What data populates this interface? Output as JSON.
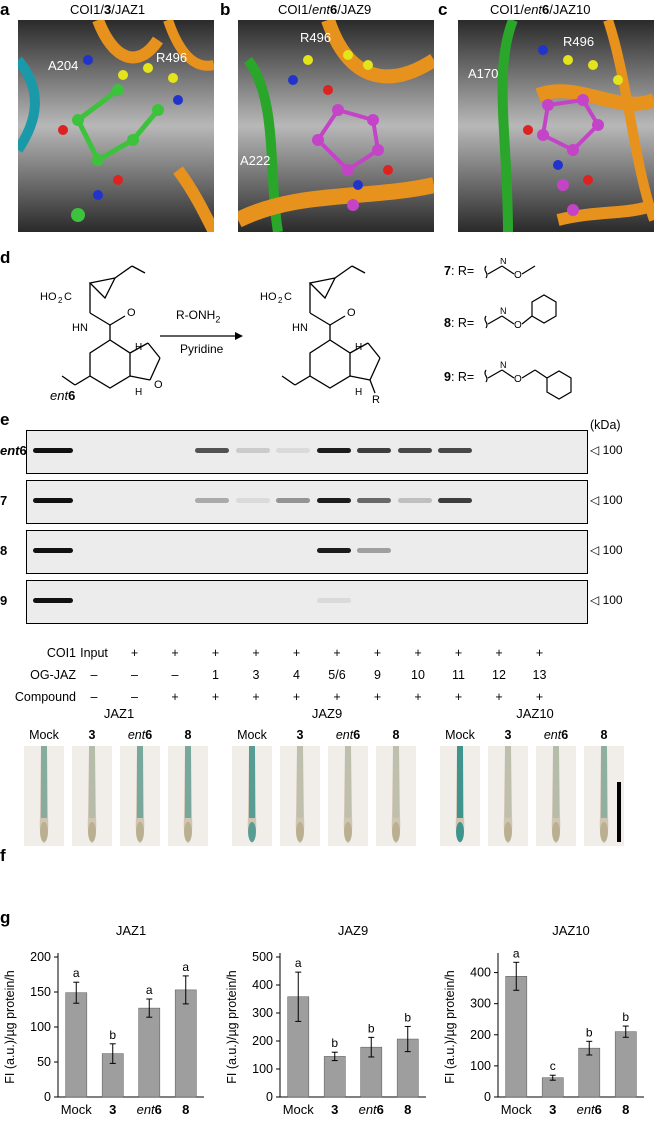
{
  "panels": {
    "a": {
      "label": "a",
      "title_pre": "COI1/",
      "title_bold": "3",
      "title_post": "/JAZ1",
      "res1": "A204",
      "res2": "R496"
    },
    "b": {
      "label": "b",
      "title_pre": "COI1/",
      "title_it": "ent",
      "title_bold": "6",
      "title_post": "/JAZ9",
      "res1": "R496",
      "res2": "A222"
    },
    "c": {
      "label": "c",
      "title_pre": "COI1/",
      "title_it": "ent",
      "title_bold": "6",
      "title_post": "/JAZ10",
      "res1": "A170",
      "res2": "R496"
    }
  },
  "scheme": {
    "label": "d",
    "reagent": "R-ONH",
    "reagent_sub": "2",
    "solvent": "Pyridine",
    "ent_label_it": "ent",
    "ent_label_bold": "6",
    "co2h": "HO",
    "co2h_sub": "2",
    "co2h_c": "C",
    "nh": "HN",
    "o": "O",
    "h": "H",
    "r": "R",
    "subs": [
      {
        "num": "7",
        "text": ": R="
      },
      {
        "num": "8",
        "text": ": R="
      },
      {
        "num": "9",
        "text": ": R="
      }
    ],
    "n": "N",
    "o2": "O"
  },
  "blot": {
    "label": "e",
    "kda": "(kDa)",
    "marker": "100",
    "rows": [
      {
        "name_it": "ent",
        "name_bold": "6",
        "bands": [
          1,
          0,
          0,
          0,
          0.7,
          0.15,
          0.05,
          0.95,
          0.8,
          0.75,
          0.75,
          0
        ]
      },
      {
        "name_bold": "7",
        "bands": [
          1,
          0,
          0,
          0,
          0.3,
          0.05,
          0.4,
          0.95,
          0.6,
          0.2,
          0.8,
          0
        ]
      },
      {
        "name_bold": "8",
        "bands": [
          1,
          0,
          0,
          0,
          0,
          0,
          0,
          0.95,
          0.35,
          0,
          0,
          0
        ]
      },
      {
        "name_bold": "9",
        "bands": [
          1,
          0,
          0,
          0,
          0,
          0,
          0,
          0.05,
          0,
          0,
          0,
          0
        ]
      }
    ],
    "table": {
      "row_labels": [
        "COI1",
        "OG-JAZ",
        "Compound"
      ],
      "coi1": [
        "Input",
        "+",
        "+",
        "+",
        "+",
        "+",
        "+",
        "+",
        "+",
        "+",
        "+",
        "+"
      ],
      "ogjaz": [
        "–",
        "–",
        "–",
        "1",
        "3",
        "4",
        "5/6",
        "9",
        "10",
        "11",
        "12",
        "13"
      ],
      "compound": [
        "–",
        "–",
        "+",
        "+",
        "+",
        "+",
        "+",
        "+",
        "+",
        "+",
        "+",
        "+"
      ]
    }
  },
  "roots": {
    "label": "f",
    "groups": [
      {
        "title": "JAZ1",
        "labels": [
          "Mock",
          "3",
          "ent",
          "8"
        ],
        "stain": [
          0.45,
          0.15,
          0.55,
          0.55
        ]
      },
      {
        "title": "JAZ9",
        "labels": [
          "Mock",
          "3",
          "ent",
          "8"
        ],
        "stain": [
          0.75,
          0.1,
          0.1,
          0.1
        ]
      },
      {
        "title": "JAZ10",
        "labels": [
          "Mock",
          "3",
          "ent",
          "8"
        ],
        "stain": [
          0.9,
          0.1,
          0.15,
          0.4
        ]
      }
    ],
    "ent_suffix": "6"
  },
  "colors": {
    "bar": "#9e9e9e",
    "stain": "#2f8f8a",
    "ribbon": "#e8921e",
    "green": "#3cc23c",
    "magenta": "#c444c8"
  },
  "chart_data": [
    {
      "type": "bar",
      "title": "JAZ1",
      "ylabel": "FI (a.u.)/µg protein/h",
      "categories": [
        "Mock",
        "3",
        "ent6",
        "8"
      ],
      "values": [
        149,
        62,
        127,
        153
      ],
      "errors": [
        15,
        14,
        13,
        20
      ],
      "letters": [
        "a",
        "b",
        "a",
        "a"
      ],
      "ylim": [
        0,
        200
      ],
      "ticks": [
        0,
        50,
        100,
        150,
        200
      ]
    },
    {
      "type": "bar",
      "title": "JAZ9",
      "ylabel": "FI (a.u.)/µg protein/h",
      "categories": [
        "Mock",
        "3",
        "ent6",
        "8"
      ],
      "values": [
        358,
        145,
        178,
        207
      ],
      "errors": [
        88,
        15,
        35,
        45
      ],
      "letters": [
        "a",
        "b",
        "b",
        "b"
      ],
      "ylim": [
        0,
        500
      ],
      "ticks": [
        0,
        100,
        200,
        300,
        400,
        500
      ]
    },
    {
      "type": "bar",
      "title": "JAZ10",
      "ylabel": "FI (a.u.)/µg protein/h",
      "categories": [
        "Mock",
        "3",
        "ent6",
        "8"
      ],
      "values": [
        388,
        62,
        157,
        210
      ],
      "errors": [
        45,
        8,
        22,
        18
      ],
      "letters": [
        "a",
        "c",
        "b",
        "b"
      ],
      "ylim": [
        0,
        450
      ],
      "ticks": [
        0,
        100,
        200,
        300,
        400
      ]
    }
  ],
  "panel_g_label": "g"
}
